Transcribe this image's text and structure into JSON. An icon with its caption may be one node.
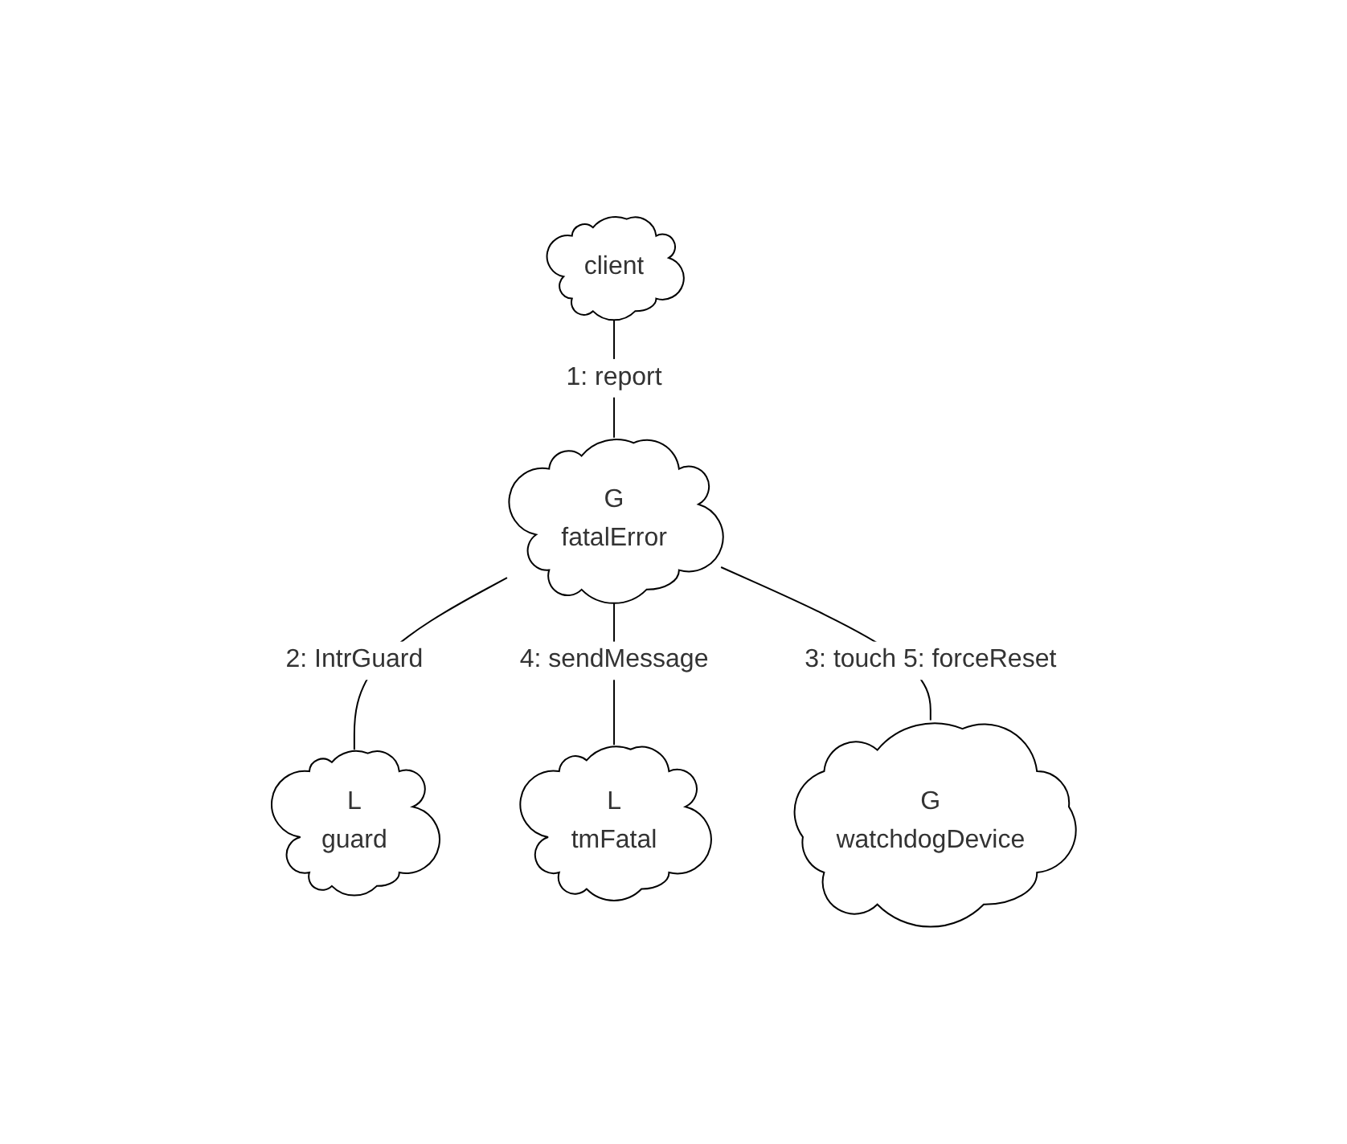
{
  "diagram": {
    "nodes": [
      {
        "text": [
          "client"
        ]
      },
      {
        "text": [
          "G",
          "fatalError"
        ]
      },
      {
        "text": [
          "L",
          "guard"
        ]
      },
      {
        "text": [
          "L",
          "tmFatal"
        ]
      },
      {
        "text": [
          "G",
          "watchdogDevice"
        ]
      }
    ],
    "edges": [
      {
        "from": 0,
        "to": 1,
        "arrow": "none",
        "label": "1: report"
      },
      {
        "from": 1,
        "to": 2,
        "arrow": "none",
        "label": "2: IntrGuard"
      },
      {
        "from": 1,
        "to": 3,
        "arrow": "none",
        "label": "4: sendMessage"
      },
      {
        "from": 1,
        "to": 4,
        "arrow": "none",
        "label": "3: touch 5: forceReset"
      }
    ]
  }
}
